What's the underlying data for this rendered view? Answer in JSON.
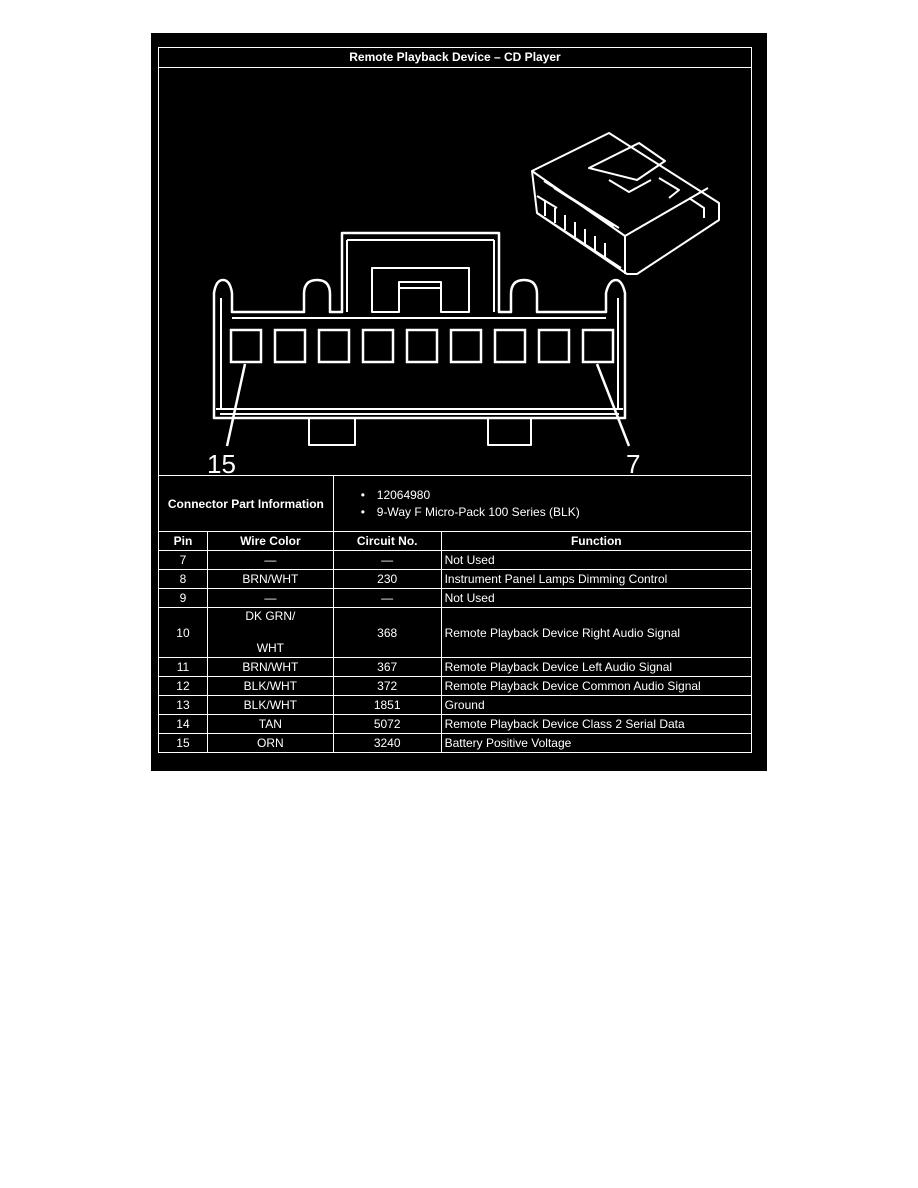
{
  "title": "Remote Playback Device – CD Player",
  "callouts": {
    "left": "15",
    "right": "7"
  },
  "part_info": {
    "label": "Connector Part Information",
    "items": [
      "12064980",
      "9-Way F Micro-Pack 100 Series (BLK)"
    ]
  },
  "table": {
    "headers": [
      "Pin",
      "Wire Color",
      "Circuit No.",
      "Function"
    ],
    "rows": [
      {
        "pin": "7",
        "wire": "—",
        "circuit": "—",
        "function": "Not Used"
      },
      {
        "pin": "8",
        "wire": "BRN/WHT",
        "circuit": "230",
        "function": "Instrument Panel Lamps Dimming Control"
      },
      {
        "pin": "9",
        "wire": "—",
        "circuit": "—",
        "function": "Not Used"
      },
      {
        "pin": "10",
        "wire_line1": "DK GRN/",
        "wire_line2": "WHT",
        "circuit": "368",
        "function": "Remote Playback Device Right Audio Signal"
      },
      {
        "pin": "11",
        "wire": "BRN/WHT",
        "circuit": "367",
        "function": "Remote Playback Device Left Audio Signal"
      },
      {
        "pin": "12",
        "wire": "BLK/WHT",
        "circuit": "372",
        "function": "Remote Playback Device Common Audio Signal"
      },
      {
        "pin": "13",
        "wire": "BLK/WHT",
        "circuit": "1851",
        "function": "Ground"
      },
      {
        "pin": "14",
        "wire": "TAN",
        "circuit": "5072",
        "function": "Remote Playback Device Class 2 Serial Data"
      },
      {
        "pin": "15",
        "wire": "ORN",
        "circuit": "3240",
        "function": "Battery Positive Voltage"
      }
    ]
  },
  "colors": {
    "background": "#000000",
    "foreground": "#ffffff",
    "page": "#ffffff"
  }
}
